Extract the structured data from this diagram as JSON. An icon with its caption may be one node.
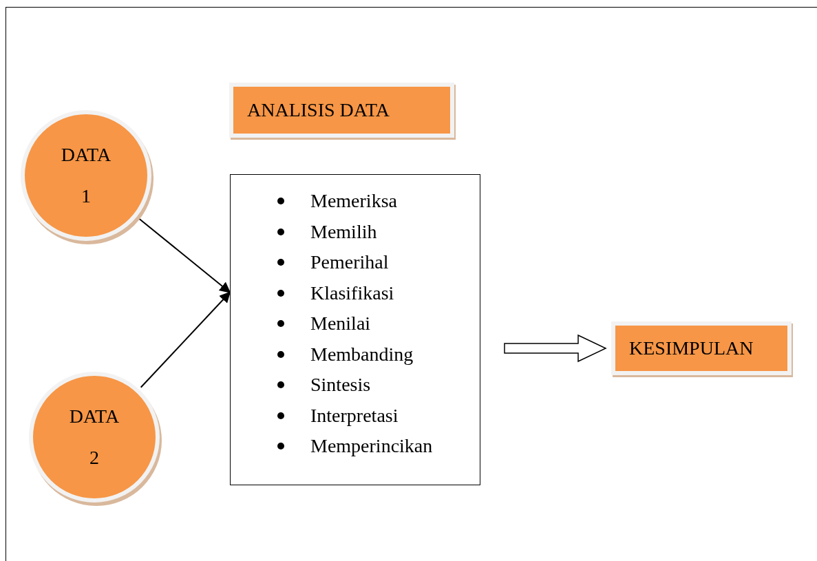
{
  "diagram": {
    "nodes": [
      {
        "text": [
          "DATA",
          "1"
        ]
      },
      {
        "text": [
          "DATA",
          "2"
        ]
      },
      {
        "text": [
          "ANALISIS DATA"
        ]
      },
      {
        "text": [
          "Memeriksa",
          "Memilih",
          "Pemerihal",
          "Klasifikasi",
          "Menilai",
          "Membanding",
          "Sintesis",
          "Interpretasi",
          "Memperincikan"
        ]
      },
      {
        "text": [
          "KESIMPULAN"
        ]
      }
    ],
    "edges": [
      {
        "from": 0,
        "to": 3,
        "arrow": "to"
      },
      {
        "from": 1,
        "to": 3,
        "arrow": "to"
      },
      {
        "from": 3,
        "to": 4,
        "arrow": "to",
        "style": "thick"
      }
    ]
  }
}
